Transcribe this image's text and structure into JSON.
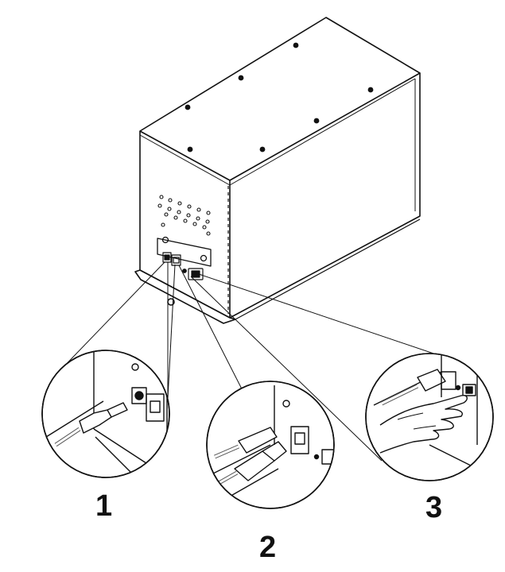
{
  "steps": [
    {
      "number": "1",
      "connector": "dc-power-jack"
    },
    {
      "number": "2",
      "connector": "usb-b-port"
    },
    {
      "number": "3",
      "connector": "power-switch"
    }
  ],
  "colors": {
    "stroke": "#111111",
    "background": "#ffffff",
    "shade": "#555555"
  }
}
